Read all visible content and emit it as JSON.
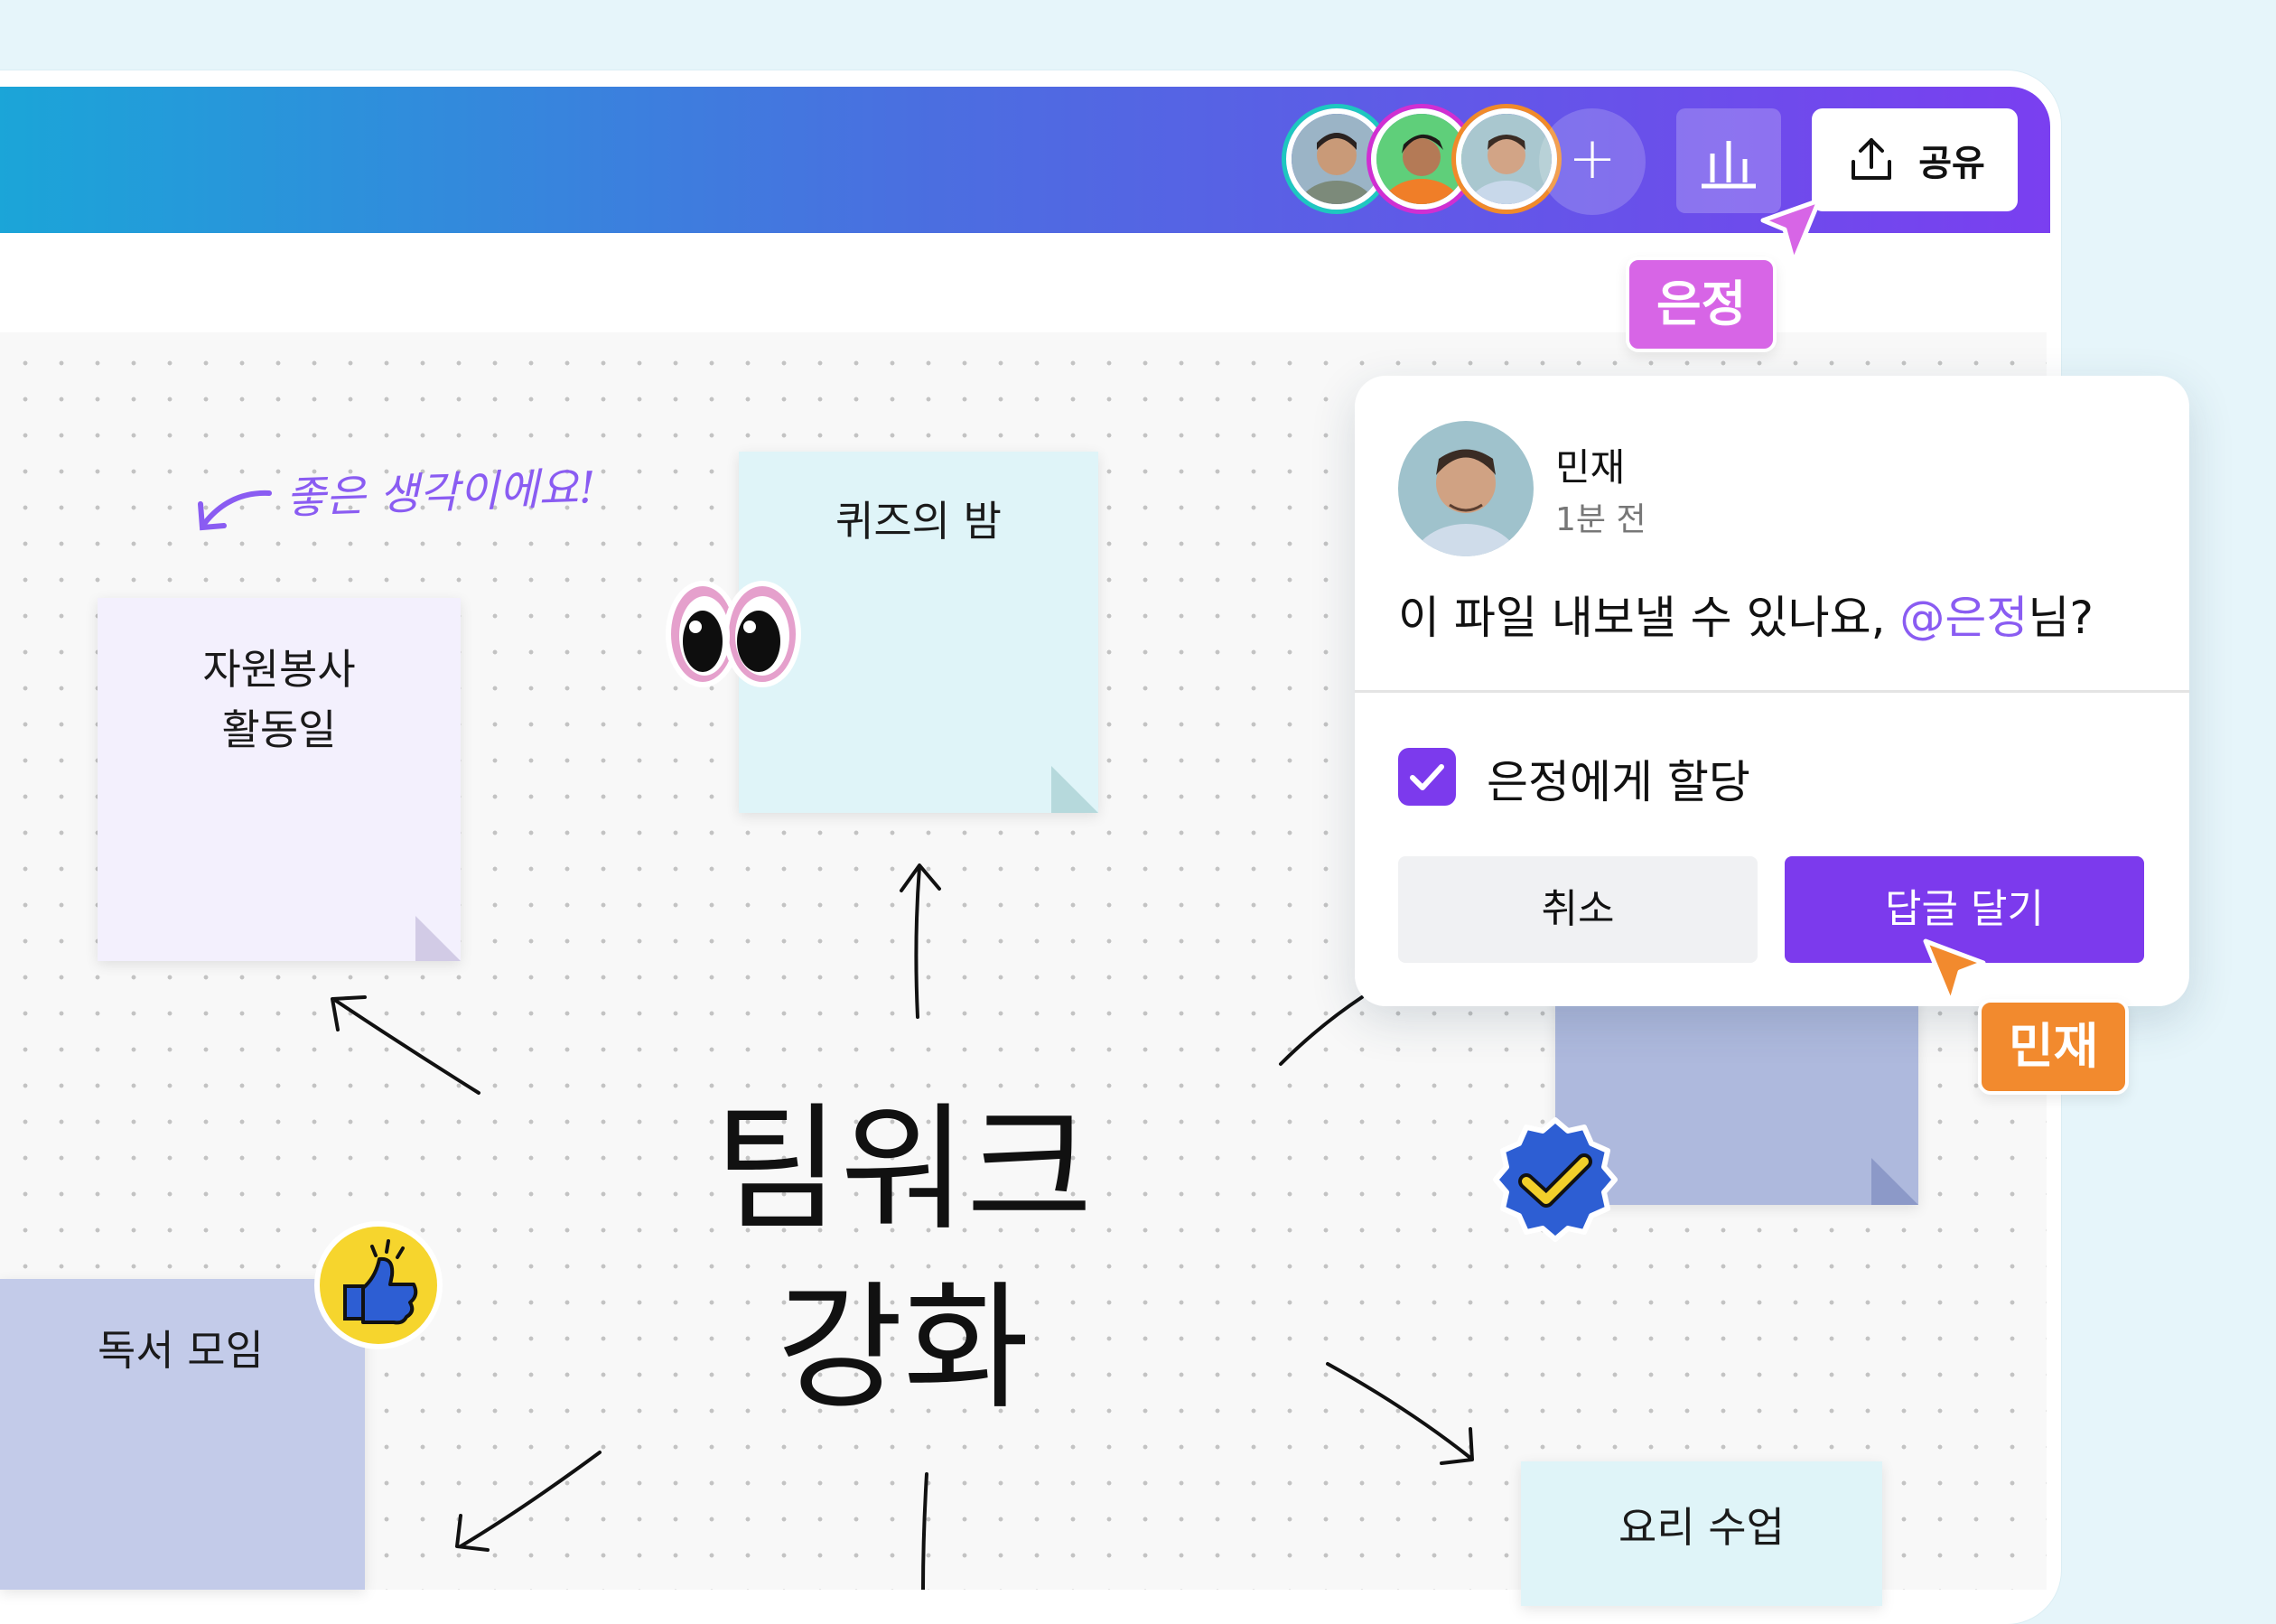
{
  "colors": {
    "background": "#e6f5fa",
    "header_gradient_start": "#1aa6d8",
    "header_gradient_end": "#7a3ff0",
    "accent_purple": "#7c3aed",
    "cursor_pink": "#d765e6",
    "cursor_orange": "#f28a2e",
    "note_lavender": "#f3f0fd",
    "note_cyan": "#dff4f8",
    "note_periwinkle": "#c3cbe9"
  },
  "header": {
    "collaborators": [
      {
        "name": "collaborator-1",
        "ring": "#1ec7c0"
      },
      {
        "name": "collaborator-2",
        "ring": "#d02fd2"
      },
      {
        "name": "collaborator-3",
        "ring": "#f08a2a"
      }
    ],
    "add_icon": "plus-icon",
    "stats_icon": "bar-chart-icon",
    "share_icon": "upload-icon",
    "share_label": "공유"
  },
  "cursors": {
    "eunjeong_label": "은정",
    "minjae_label": "민재"
  },
  "canvas": {
    "handwritten_note": "좋은 생각이에요!",
    "center_title_line1": "팀워크",
    "center_title_line2": "강화",
    "notes": {
      "volunteer_line1": "자원봉사",
      "volunteer_line2": "활동일",
      "quiz": "퀴즈의 밤",
      "book_club": "독서 모임",
      "cooking": "요리 수업"
    },
    "stickers": [
      "googly-eyes-icon",
      "thumbs-up-icon",
      "verified-badge-icon"
    ]
  },
  "comment": {
    "author": "민재",
    "time": "1분 전",
    "text_before": "이 파일 내보낼 수 있나요, ",
    "mention": "@은정",
    "text_after": "님?",
    "assign_label": "은정에게 할당",
    "assign_checked": true,
    "cancel_label": "취소",
    "reply_label": "답글 달기"
  }
}
